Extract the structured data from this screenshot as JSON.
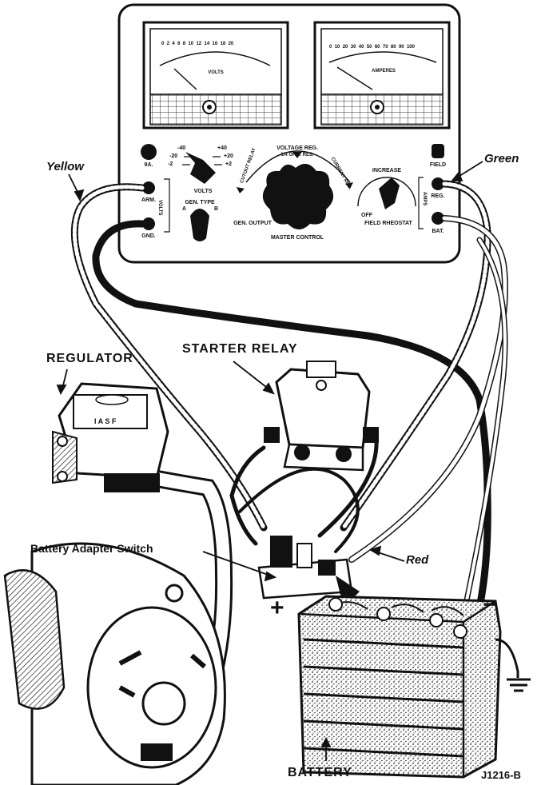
{
  "labels": {
    "yellow": "Yellow",
    "green": "Green",
    "red": "Red",
    "regulator": "REGULATOR",
    "starter_relay": "STARTER RELAY",
    "battery_adapter_switch": "Battery Adapter Switch",
    "battery": "BATTERY",
    "figure_id": "J1216-B",
    "plus": "+",
    "minus": "−"
  },
  "panel": {
    "volts_meter_label": "VOLTS",
    "amperes_meter_label": "AMPERES",
    "volts_scale": [
      "0",
      "2",
      "4",
      "6",
      "8",
      "10",
      "12",
      "14",
      "16",
      "18",
      "20"
    ],
    "amps_scale": [
      "0",
      "10",
      "20",
      "30",
      "40",
      "50",
      "60",
      "70",
      "80",
      "90",
      "100"
    ],
    "left_terminals": [
      "9A.",
      "ARM.",
      "GND."
    ],
    "right_terminals": [
      "FIELD",
      "REG.",
      "BAT."
    ],
    "volts_side": "VOLTS",
    "amps_side": "AMPS",
    "volts_selector": [
      "-40",
      "-20",
      "-2",
      "+40",
      "+20",
      "+2"
    ],
    "volts_selector_label": "VOLTS",
    "gen_type_label": "GEN. TYPE",
    "gen_type_a": "A",
    "gen_type_b": "B",
    "voltage_reg": "VOLTAGE REG.",
    "ohm_res": "1/4 OHM. RES.",
    "cutout_relay": "CUTOUT RELAY",
    "current_reg": "CURRENT REG.",
    "gen_output": "GEN. OUTPUT",
    "master_control": "MASTER CONTROL",
    "increase": "INCREASE",
    "off": "OFF",
    "field_rheostat": "FIELD RHEOSTAT"
  },
  "regulator_terminals": "I A S F"
}
